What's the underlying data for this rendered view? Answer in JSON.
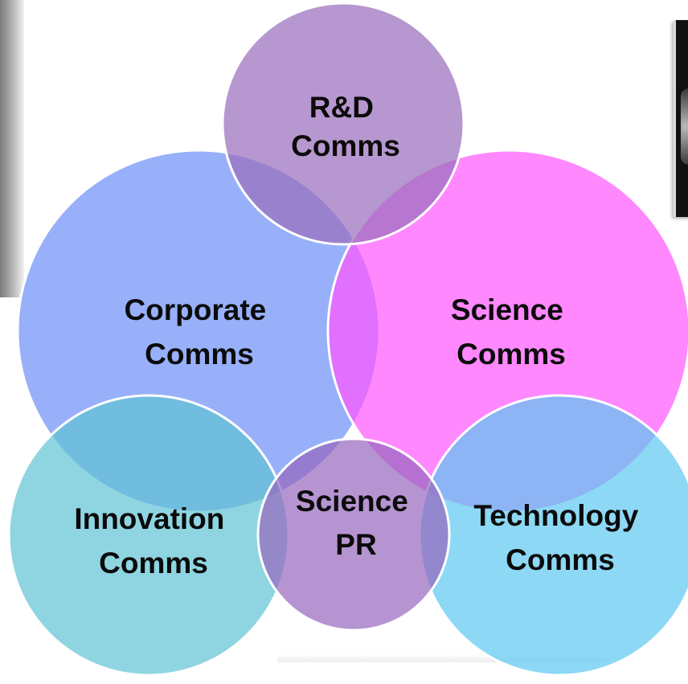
{
  "diagram": {
    "circles": [
      {
        "id": "rd",
        "line1": "R&D",
        "line2": "Comms",
        "color": "#9b6fbd"
      },
      {
        "id": "corporate",
        "line1": "Corporate",
        "line2": "Comms",
        "color": "#6b8ef6"
      },
      {
        "id": "science",
        "line1": "Science",
        "line2": "Comms",
        "color": "#ff55ff"
      },
      {
        "id": "innovation",
        "line1": "Innovation",
        "line2": "Comms",
        "color": "#5fc3d4"
      },
      {
        "id": "technology",
        "line1": "Technology",
        "line2": "Comms",
        "color": "#5cc7f1"
      },
      {
        "id": "sciencepr",
        "line1": "Science",
        "line2": "PR",
        "color": "#9566bd"
      }
    ]
  }
}
